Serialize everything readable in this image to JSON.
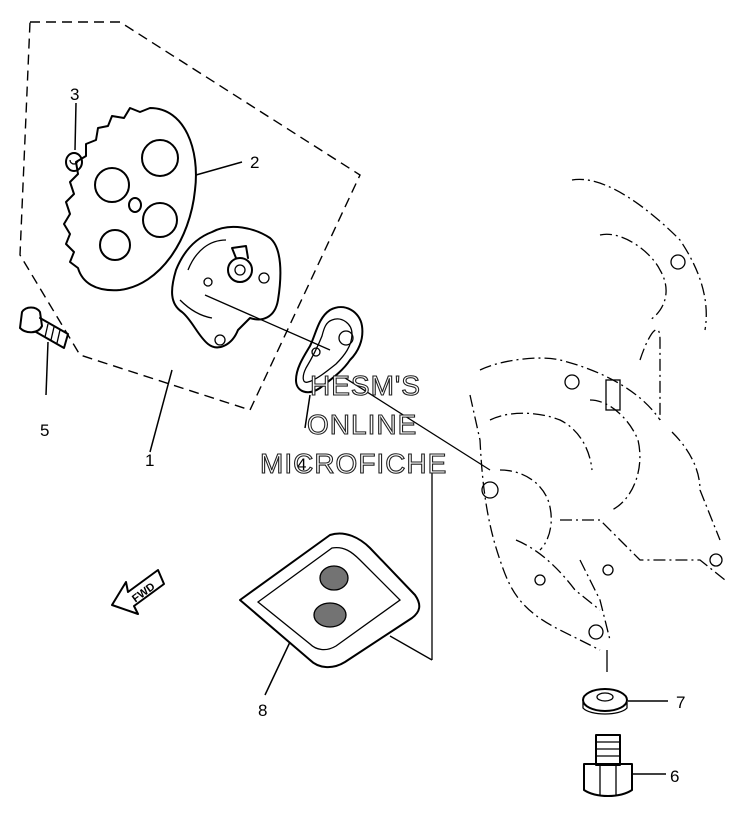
{
  "callouts": {
    "c1": "1",
    "c2": "2",
    "c3": "3",
    "c4": "4",
    "c5": "5",
    "c6": "6",
    "c7": "7",
    "c8": "8"
  },
  "watermark": {
    "line1": "HESM'S",
    "line2": "ONLINE",
    "line3": "MICROFICHE"
  },
  "fwd_label": "FWD"
}
